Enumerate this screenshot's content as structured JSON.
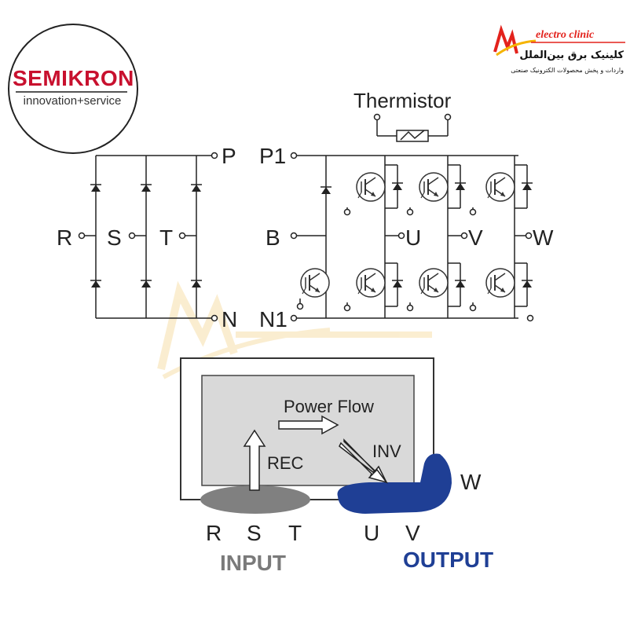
{
  "semikron_logo": {
    "name": "SEMIKRON",
    "tagline": "innovation+service",
    "brand_color": "#c8102e"
  },
  "electro_clinic_logo": {
    "name": "electro clinic",
    "persian_title": "کلینیک برق بین‌الملل",
    "persian_subtitle": "واردات و پخش محصولات الکترونیک صنعتی",
    "brand_color": "#e3221c",
    "accent_color": "#f5b400"
  },
  "circuit": {
    "thermistor_label": "Thermistor",
    "terminal_p": "P",
    "terminal_n": "N",
    "terminal_p1": "P1",
    "terminal_n1": "N1",
    "terminal_b": "B",
    "input_r": "R",
    "input_s": "S",
    "input_t": "T",
    "output_u": "U",
    "output_v": "V",
    "output_w": "W"
  },
  "power_flow": {
    "title": "Power Flow",
    "rec_label": "REC",
    "inv_label": "INV",
    "in_r": "R",
    "in_s": "S",
    "in_t": "T",
    "out_u": "U",
    "out_v": "V",
    "out_w": "W",
    "input_label": "INPUT",
    "output_label": "OUTPUT",
    "input_color": "#7a7a7a",
    "output_color": "#1f3f95"
  }
}
